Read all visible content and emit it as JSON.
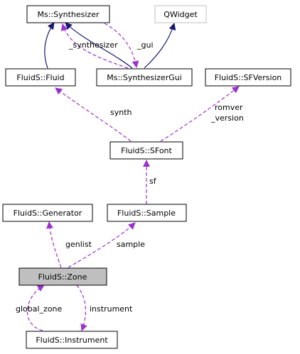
{
  "colors": {
    "inherit_edge": "#191970",
    "usage_edge": "#9a32cd",
    "node_border": "#000000",
    "node_fill": "#ffffff",
    "external_border": "#bfbfbf",
    "focus_fill": "#bfbfbf"
  },
  "nodes": {
    "ms_synthesizer": "Ms::Synthesizer",
    "qwidget": "QWidget",
    "fluid": "FluidS::Fluid",
    "synthesizer_gui": "Ms::SynthesizerGui",
    "sfversion": "FluidS::SFVersion",
    "sfont": "FluidS::SFont",
    "generator": "FluidS::Generator",
    "sample": "FluidS::Sample",
    "zone": "FluidS::Zone",
    "instrument": "FluidS::Instrument"
  },
  "edge_labels": {
    "synthesizer": "_synthesizer",
    "gui": "_gui",
    "synth": "synth",
    "romver": "romver",
    "version": "_version",
    "sf": "sf",
    "genlist": "genlist",
    "sample": "sample",
    "global_zone": "global_zone",
    "instrument": "instrument"
  }
}
